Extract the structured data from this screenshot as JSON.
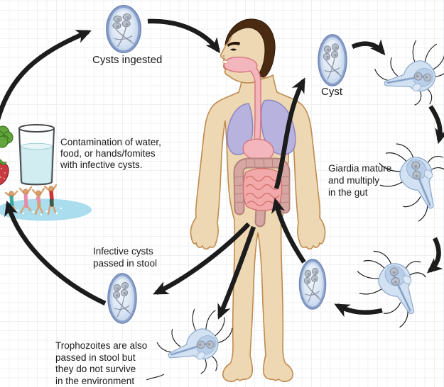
{
  "labels": {
    "cysts_ingested": "Cysts ingested",
    "contamination": "Contamination of water,\nfood, or hands/fomites\nwith infective cysts.",
    "cyst": "Cyst",
    "giardia_mature": "Giardia mature\nand multiply\nin the gut",
    "infective_cysts": "Infective cysts\npassed in stool",
    "trophozoites_note": "Trophozoites are also\npassed in stool but\nthey do not survive\nin the environment"
  },
  "icons": {
    "cysts": [
      "cyst-ingested-icon",
      "cyst-gut-icon",
      "cyst-encysted-icon",
      "cyst-stool-icon"
    ],
    "trophozoites": [
      "trophozoite-excysted-icon",
      "trophozoite-mature-icon",
      "trophozoite-dividing-icon",
      "trophozoite-stool-icon"
    ],
    "objects": [
      "human-figure",
      "water-glass-icon",
      "lettuce-icon",
      "strawberry-icon",
      "swimming-pool-icon",
      "swimmers-icon"
    ]
  },
  "colors": {
    "background": "#ffffff",
    "grid": "#eef0f4",
    "text": "#1b1b1b",
    "arrow": "#1c1c1c",
    "skin": "#eed7b3",
    "skin_outline": "#c08b50",
    "hair": "#4a2b12",
    "lung": "#b7b3de",
    "lung_outline": "#8d86c4",
    "digestive": "#f3b6bd",
    "digestive_outline": "#d6737f",
    "colon": "#d5a6a2",
    "colon_outline": "#b5827c",
    "small_intestine": "#f2a9a9",
    "small_intestine_outline": "#cf6d6d",
    "cyst_fill": "#c9d9ee",
    "cyst_border": "#7f96c3",
    "organism_body": "#cfe0f2",
    "organism_outline": "#8ea9cb",
    "nucleus": "#b9c0cb",
    "nucleus_outline": "#848d9b",
    "flagella": "#1c1c1c",
    "pool_water": "#aadded",
    "glass_water": "#d2edf1",
    "lettuce": "#63a43c",
    "strawberry": "#c93a42"
  }
}
